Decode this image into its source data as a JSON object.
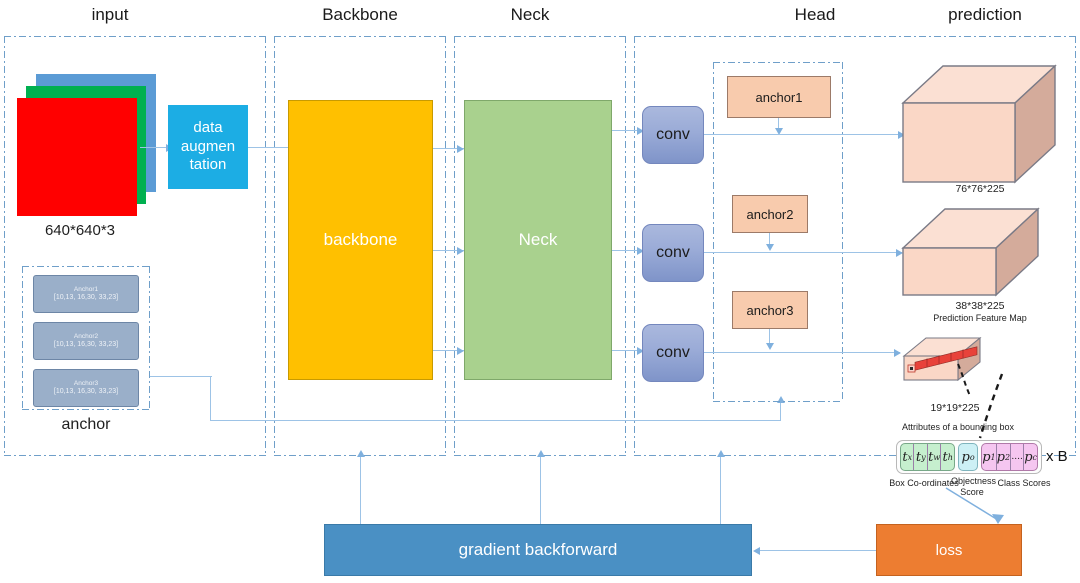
{
  "sections": [
    {
      "id": "input",
      "title": "input"
    },
    {
      "id": "backbone",
      "title": "Backbone"
    },
    {
      "id": "neck",
      "title": "Neck"
    },
    {
      "id": "head",
      "title": "Head"
    },
    {
      "id": "prediction",
      "title": "prediction"
    }
  ],
  "input": {
    "image_stack_caption": "640*640*3",
    "data_aug_label": "data augmen tation",
    "data_aug_lines": [
      "data",
      "augmen",
      "tation"
    ],
    "colors": {
      "blue": "#5B9BD5",
      "green": "#00B050",
      "red": "#FF0000",
      "aug_fill": "#1CADE4"
    },
    "anchor_group_caption": "anchor",
    "anchors": [
      {
        "name": "Anchor1",
        "values": "[10,13, 16,30, 33,23]"
      },
      {
        "name": "Anchor2",
        "values": "[10,13, 16,30, 33,23]"
      },
      {
        "name": "Anchor3",
        "values": "[10,13, 16,30, 33,23]"
      }
    ]
  },
  "backbone": {
    "label": "backbone",
    "color": "#FFC000"
  },
  "neck": {
    "label": "Neck",
    "color": "#A9D18E"
  },
  "head": {
    "conv_label": "conv",
    "convs": [
      "conv",
      "conv",
      "conv"
    ],
    "anchors": [
      "anchor1",
      "anchor2",
      "anchor3"
    ],
    "anchor_color": "#F8CBAD"
  },
  "prediction": {
    "feature_maps": [
      {
        "dims": "76*76*225",
        "sub": ""
      },
      {
        "dims": "38*38*225",
        "sub": "Prediction Feature Map"
      },
      {
        "dims": "19*19*225",
        "sub": "Attributes of a bounding box"
      }
    ],
    "attributes": {
      "multiplier": "x B",
      "groups": [
        {
          "name": "box-coords",
          "caption": "Box Co-ordinates",
          "cells": [
            "t",
            "t",
            "t",
            "t"
          ],
          "subs": [
            "x",
            "y",
            "w",
            "h"
          ],
          "color": "#C6EFCE"
        },
        {
          "name": "objectness",
          "caption": "Objectness Score",
          "cells": [
            "p"
          ],
          "subs": [
            "o"
          ],
          "color": "#CDF0F5"
        },
        {
          "name": "class-scores",
          "caption": "Class Scores",
          "cells": [
            "p",
            "p",
            "....",
            "p"
          ],
          "subs": [
            "1",
            "2",
            "",
            "c"
          ],
          "color": "#F5C6F0"
        }
      ]
    }
  },
  "bottom": {
    "gradient_label": "gradient backforward",
    "gradient_color": "#4A90C4",
    "loss_label": "loss",
    "loss_color": "#ED7D31"
  }
}
